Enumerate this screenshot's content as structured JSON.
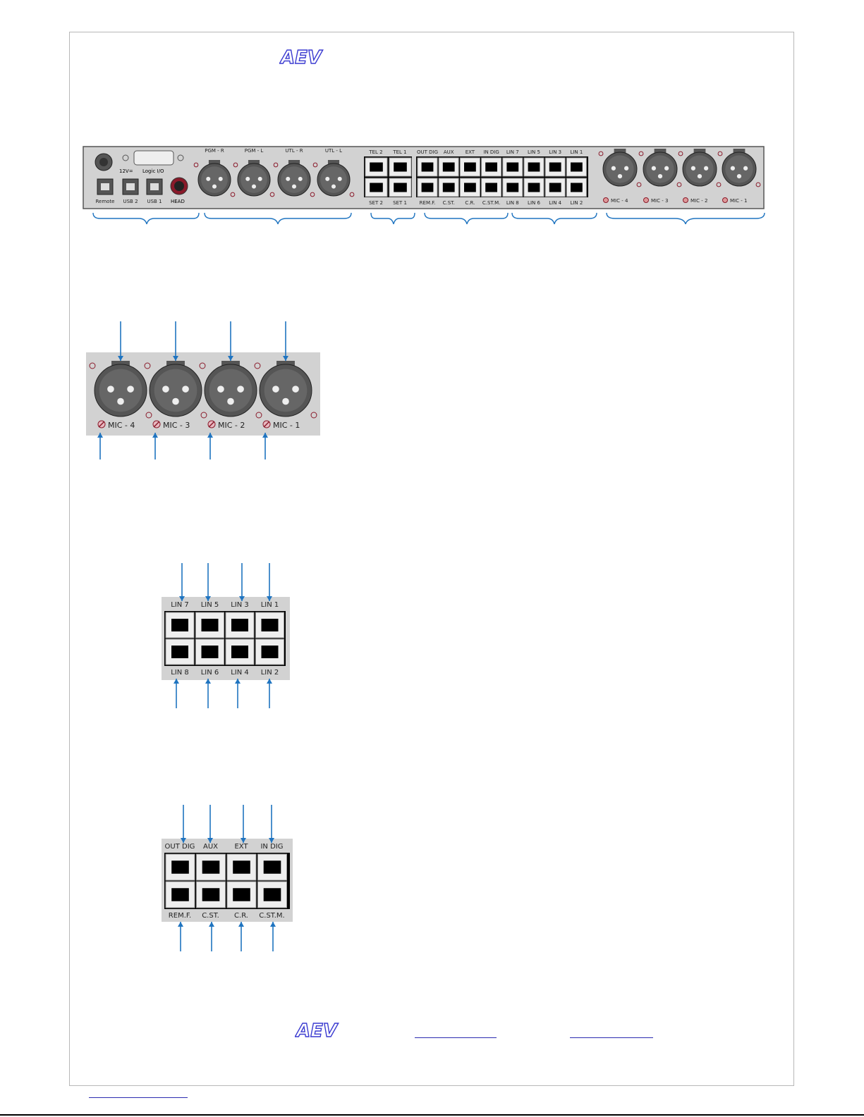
{
  "header": {
    "logo_text": "AEV"
  },
  "footer": {
    "logo_text": "AEV"
  },
  "rear_panel": {
    "power_label": "12V=",
    "logic_label": "Logic I/O",
    "usb_labels": [
      "Remote",
      "USB 2",
      "USB 1"
    ],
    "head_label": "HEAD",
    "xlr_outputs": [
      "PGM - R",
      "PGM - L",
      "UTL - R",
      "UTL - L"
    ],
    "tel_top": [
      "TEL 2",
      "TEL 1"
    ],
    "tel_bottom": [
      "SET 2",
      "SET 1"
    ],
    "mid_top": [
      "OUT DIG",
      "AUX",
      "EXT",
      "IN DIG",
      "LIN 7",
      "LIN 5",
      "LIN 3",
      "LIN 1"
    ],
    "mid_bottom": [
      "REM.F.",
      "C.ST.",
      "C.R.",
      "C.ST.M.",
      "LIN 8",
      "LIN 6",
      "LIN 4",
      "LIN 2"
    ],
    "mic_labels": [
      "MIC - 4",
      "MIC - 3",
      "MIC - 2",
      "MIC - 1"
    ]
  },
  "mic_detail": {
    "labels": [
      "MIC - 4",
      "MIC - 3",
      "MIC - 2",
      "MIC - 1"
    ]
  },
  "lin_detail": {
    "top": [
      "LIN 7",
      "LIN 5",
      "LIN 3",
      "LIN 1"
    ],
    "bottom": [
      "LIN 8",
      "LIN 6",
      "LIN 4",
      "LIN 2"
    ]
  },
  "dig_detail": {
    "top": [
      "OUT DIG",
      "AUX",
      "EXT",
      "IN DIG"
    ],
    "bottom": [
      "REM.F.",
      "C.ST.",
      "C.R.",
      "C.ST.M."
    ]
  },
  "colors": {
    "arrow": "#1f74c0",
    "panel": "#cfcfcf",
    "logo": "#3a3ad0"
  }
}
